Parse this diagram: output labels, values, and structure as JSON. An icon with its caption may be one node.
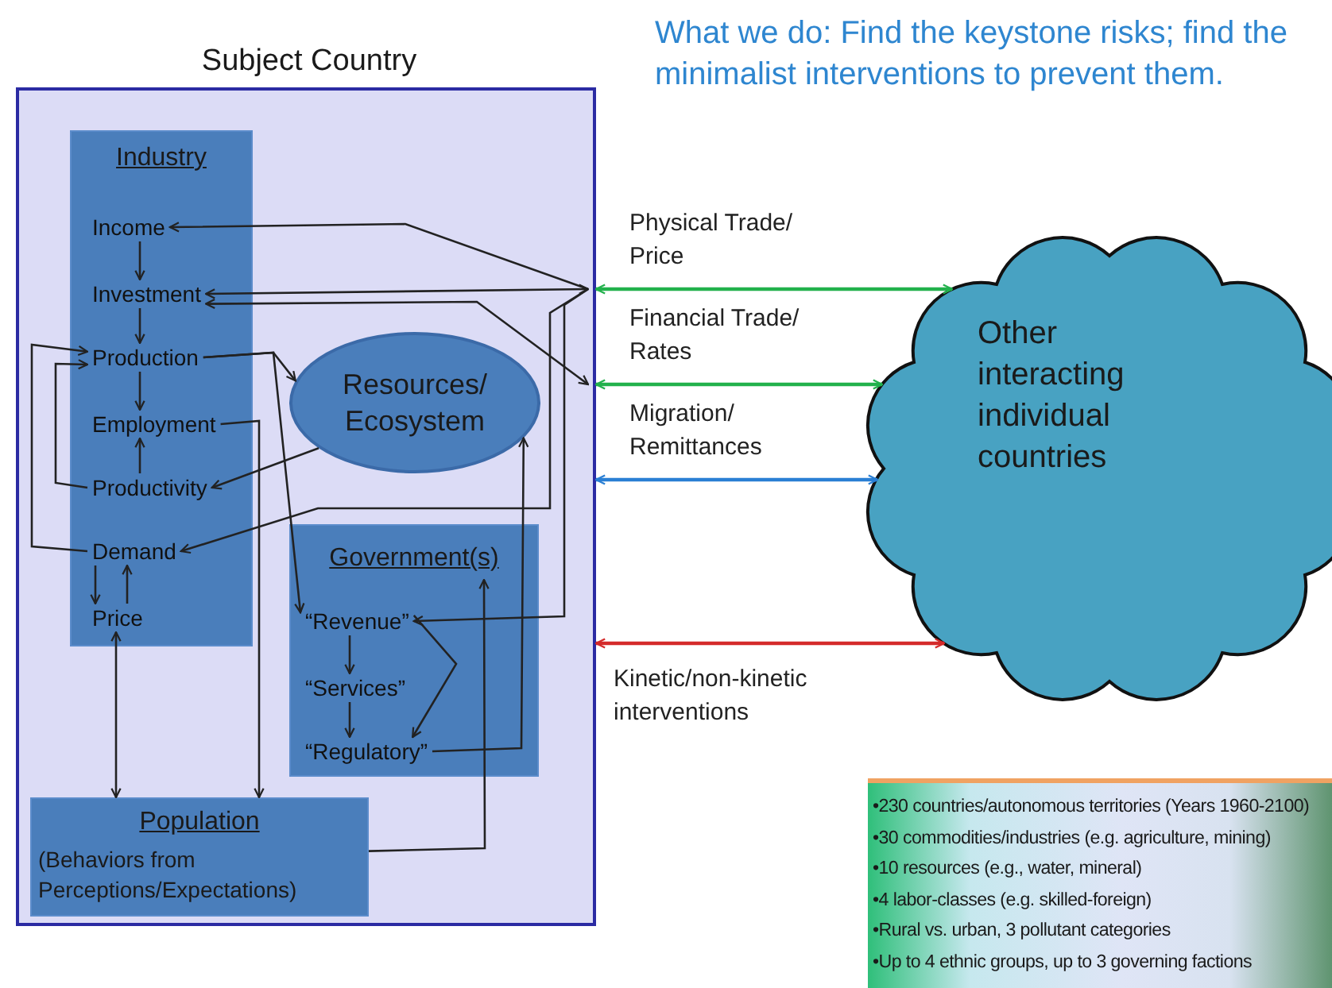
{
  "diagram": {
    "title": "What we do: Find the keystone risks; find the minimalist interventions to prevent them.",
    "nodes": [
      {
        "text": [
          "Subject Country"
        ]
      },
      {
        "text": [
          "Industry"
        ],
        "in": 0
      },
      {
        "text": [
          "Income"
        ],
        "in": 1
      },
      {
        "text": [
          "Investment"
        ],
        "in": 1
      },
      {
        "text": [
          "Production"
        ],
        "in": 1
      },
      {
        "text": [
          "Employment"
        ],
        "in": 1
      },
      {
        "text": [
          "Productivity"
        ],
        "in": 1
      },
      {
        "text": [
          "Demand"
        ],
        "in": 1
      },
      {
        "text": [
          "Price"
        ],
        "in": 1
      },
      {
        "text": [
          "Resources/ Ecosystem"
        ],
        "in": 0
      },
      {
        "text": [
          "Government(s)"
        ],
        "in": 0
      },
      {
        "text": [
          "“Revenue”"
        ],
        "in": 10
      },
      {
        "text": [
          "“Services”"
        ],
        "in": 10
      },
      {
        "text": [
          "“Regulatory”"
        ],
        "in": 10
      },
      {
        "text": [
          "Population",
          "(Behaviors from Perceptions/Expectations)"
        ],
        "in": 0
      },
      {
        "text": [
          "Other interacting individual countries"
        ]
      },
      {
        "text": [
          "•230 countries/autonomous territories (Years 1960-2100)",
          "•30 commodities/industries (e.g. agriculture, mining)",
          "•10 resources (e.g., water, mineral)",
          "•4 labor-classes (e.g. skilled-foreign)",
          "•Rural vs. urban, 3 pollutant categories",
          "•Up to 4 ethnic groups, up to 3 governing factions"
        ]
      }
    ],
    "edges": [
      {
        "from": 2,
        "to": 3,
        "arrow": "to"
      },
      {
        "from": 3,
        "to": 4,
        "arrow": "to"
      },
      {
        "from": 4,
        "to": 5,
        "arrow": "to"
      },
      {
        "from": 6,
        "to": 5,
        "arrow": "to"
      },
      {
        "from": 7,
        "to": 8,
        "arrow": "to"
      },
      {
        "from": 8,
        "to": 7,
        "arrow": "to"
      },
      {
        "from": 6,
        "to": 4,
        "arrow": "to"
      },
      {
        "from": 7,
        "to": 4,
        "arrow": "to"
      },
      {
        "from": 4,
        "to": 9,
        "arrow": "to"
      },
      {
        "from": 9,
        "to": 6,
        "arrow": "to"
      },
      {
        "from": 4,
        "to": 11,
        "arrow": "to"
      },
      {
        "from": 5,
        "to": 14,
        "arrow": "to"
      },
      {
        "from": 8,
        "to": 14,
        "arrow": "both"
      },
      {
        "from": 11,
        "to": 12,
        "arrow": "to"
      },
      {
        "from": 12,
        "to": 13,
        "arrow": "to"
      },
      {
        "from": 11,
        "to": 13,
        "arrow": "to"
      },
      {
        "from": 13,
        "to": 9,
        "arrow": "to"
      },
      {
        "from": 14,
        "to": 10,
        "arrow": "to"
      },
      {
        "from": null,
        "to": 2,
        "arrow": "to"
      },
      {
        "from": null,
        "to": 3,
        "arrow": "both"
      },
      {
        "from": 3,
        "to": null,
        "arrow": "both"
      },
      {
        "from": null,
        "to": 11,
        "arrow": "to"
      },
      {
        "from": null,
        "to": 7,
        "arrow": "to"
      },
      {
        "from": 0,
        "to": 15,
        "arrow": "both",
        "label": "Physical Trade/ Price",
        "color": "#22b14c"
      },
      {
        "from": 0,
        "to": 15,
        "arrow": "both",
        "label": "Financial Trade/ Rates",
        "color": "#22b14c"
      },
      {
        "from": 0,
        "to": 15,
        "arrow": "both",
        "label": "Migration/ Remittances",
        "color": "#2a7fd4"
      },
      {
        "from": 0,
        "to": 15,
        "arrow": "both",
        "label": "Kinetic/non-kinetic interventions",
        "color": "#d42a2a"
      }
    ]
  }
}
